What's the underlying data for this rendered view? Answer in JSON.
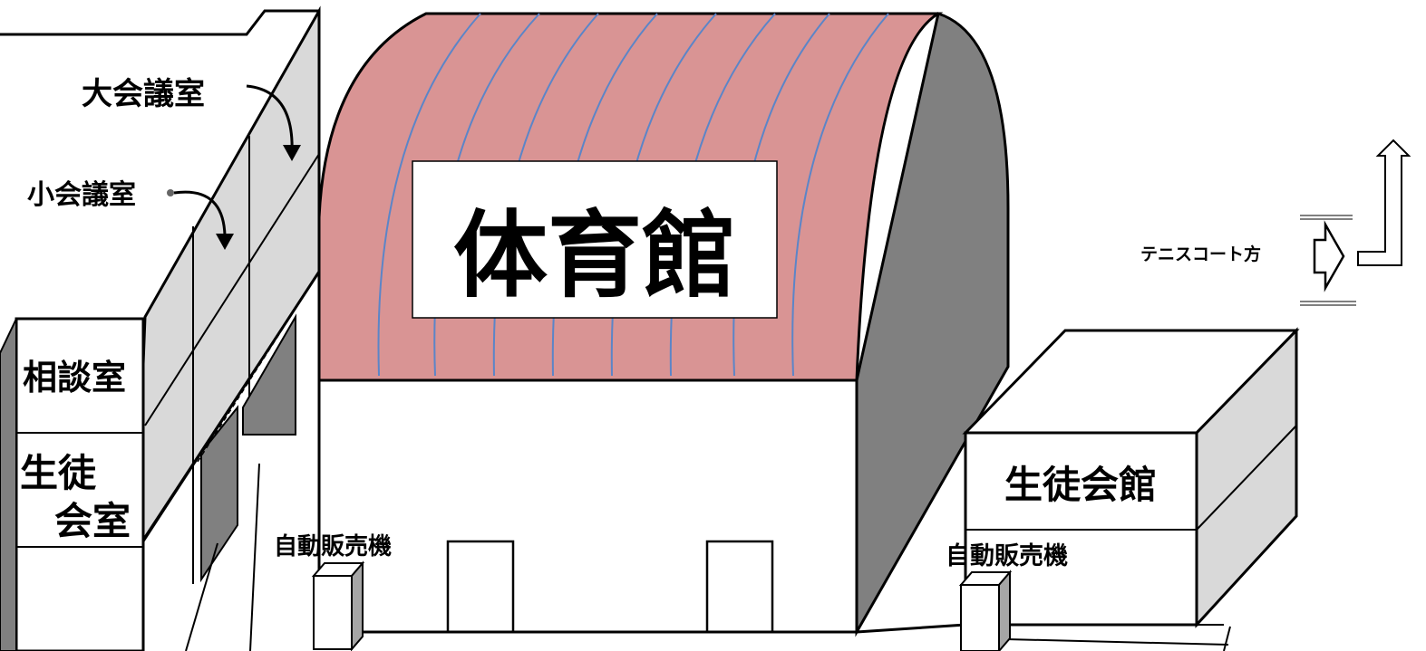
{
  "labels": {
    "gym": "体育館",
    "large_meeting_room": "大会議室",
    "small_meeting_room": "小会議室",
    "consultation_room": "相談室",
    "student_council_room_line1": "生徒",
    "student_council_room_line2": "会室",
    "student_hall": "生徒会館",
    "vending_machine_left": "自動販売機",
    "vending_machine_right": "自動販売機",
    "tennis_court_direction": "テニスコート方"
  },
  "colors": {
    "gym_roof": "#d99494",
    "roof_ribs": "#5b85c8",
    "gym_side": "#808080",
    "building_light": "#d9d9d9",
    "window_dark": "#808080",
    "outline": "#000000",
    "background": "#ffffff"
  }
}
